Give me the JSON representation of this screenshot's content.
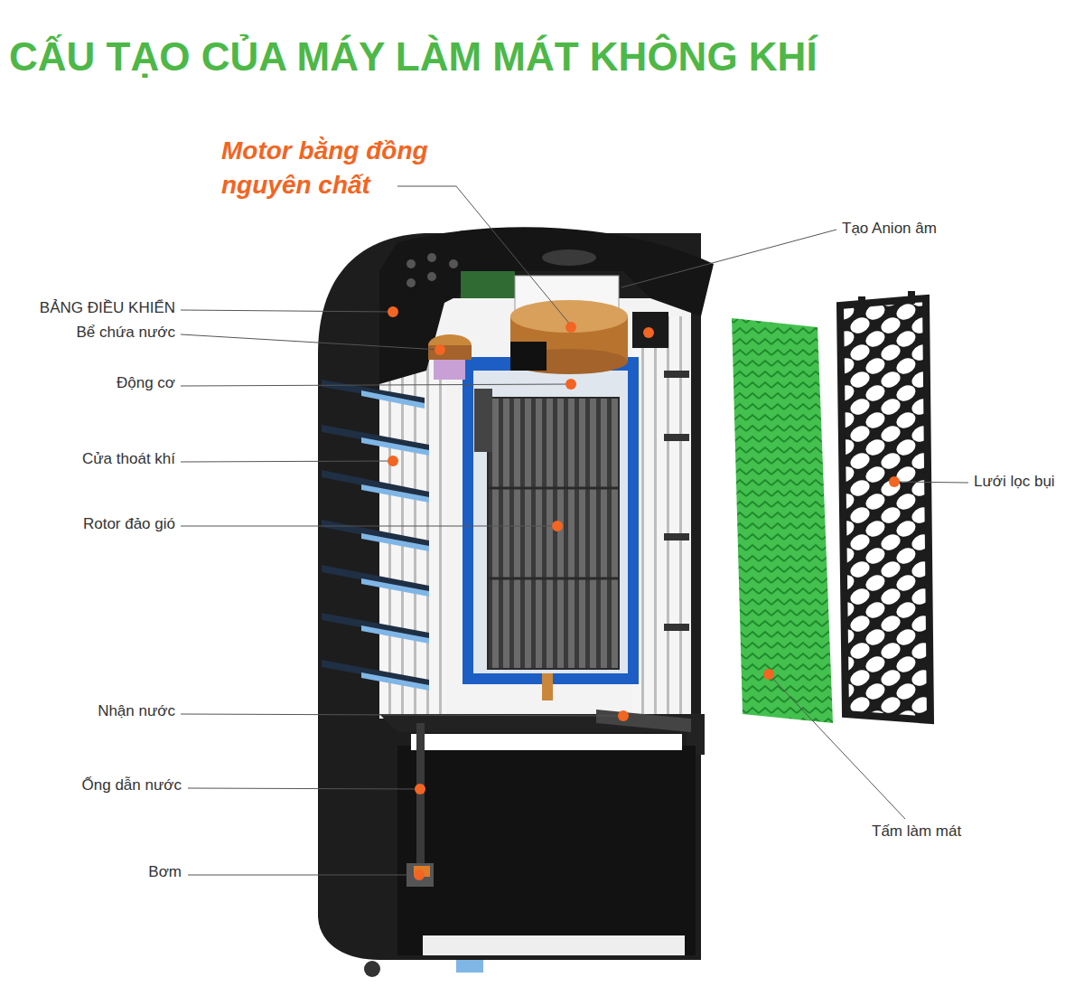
{
  "diagram": {
    "title": "CẤU TẠO CỦA MÁY LÀM MÁT KHÔNG KHÍ",
    "labels": [
      "Motor bằng đồng nguyên chất",
      "Tạo Anion âm",
      "BẢNG ĐIỀU KHIỂN",
      "Bể chứa nước",
      "Động cơ",
      "Cửa thoát khí",
      "Rotor đảo gió",
      "Lưới lọc bụi",
      "Nhận nước",
      "Ống dẫn nước",
      "Bơm",
      "Tấm làm mát"
    ]
  }
}
